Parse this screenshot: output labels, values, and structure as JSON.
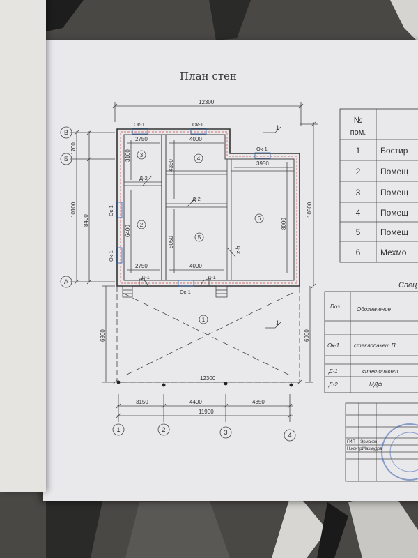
{
  "title": "План стен",
  "axes": {
    "letters": [
      "В",
      "Б",
      "А"
    ],
    "numbers": [
      "1",
      "2",
      "3",
      "4"
    ]
  },
  "dims": {
    "top_total": "12300",
    "bottom_total": "12300",
    "axis_12": "3150",
    "axis_23": "4400",
    "axis_34": "4350",
    "axis_14": "11900",
    "left_vb": "1700",
    "left_ba": "8400",
    "left_total": "10100",
    "right_total": "10500",
    "porch_depth": "6900",
    "porch_depth_right": "6900",
    "room3_w": "2750",
    "room4_w": "4000",
    "room6_w": "3950",
    "room2_w": "2750",
    "room5_w": "4000",
    "room3_h": "3100",
    "room4_h": "4350",
    "room2_h": "6400",
    "room5_h": "5050",
    "room6_h": "8000"
  },
  "labels": {
    "ok1_a": "Ок-1",
    "ok1_b": "Ок-1",
    "ok1_c": "Ок-1",
    "ok1_d": "Ок-1",
    "ok1_e": "Ок-1",
    "ok1_f": "Ок-1",
    "d2_a": "Д-2",
    "d2_b": "Д-2",
    "d2_c": "Д-2",
    "d1_a": "Д-1",
    "d1_b": "Д-1",
    "section_a": "1",
    "section_b": "1"
  },
  "rooms": [
    "1",
    "2",
    "3",
    "4",
    "5",
    "6"
  ],
  "explication": {
    "header_no": "№",
    "header_pom": "пом.",
    "rows": [
      {
        "no": "1",
        "name": "Бостир"
      },
      {
        "no": "2",
        "name": "Помещ"
      },
      {
        "no": "3",
        "name": "Помещ"
      },
      {
        "no": "4",
        "name": "Помещ"
      },
      {
        "no": "5",
        "name": "Помещ"
      },
      {
        "no": "6",
        "name": "Мехмо"
      }
    ]
  },
  "spec": {
    "title": "Спец",
    "col_pos": "Поз.",
    "col_desig": "Обозначение",
    "rows": [
      {
        "pos": "Ок-1",
        "desig": "стеклопакет П"
      },
      {
        "pos": "Д-1",
        "desig": "стеклопакет"
      },
      {
        "pos": "Д-2",
        "desig": "МДФ"
      }
    ]
  },
  "stamp": {
    "gip": "ГИП",
    "gip_name": "Эрмаков",
    "nkontr": "Н.контр.",
    "nkontr_name": "Махмудов"
  }
}
